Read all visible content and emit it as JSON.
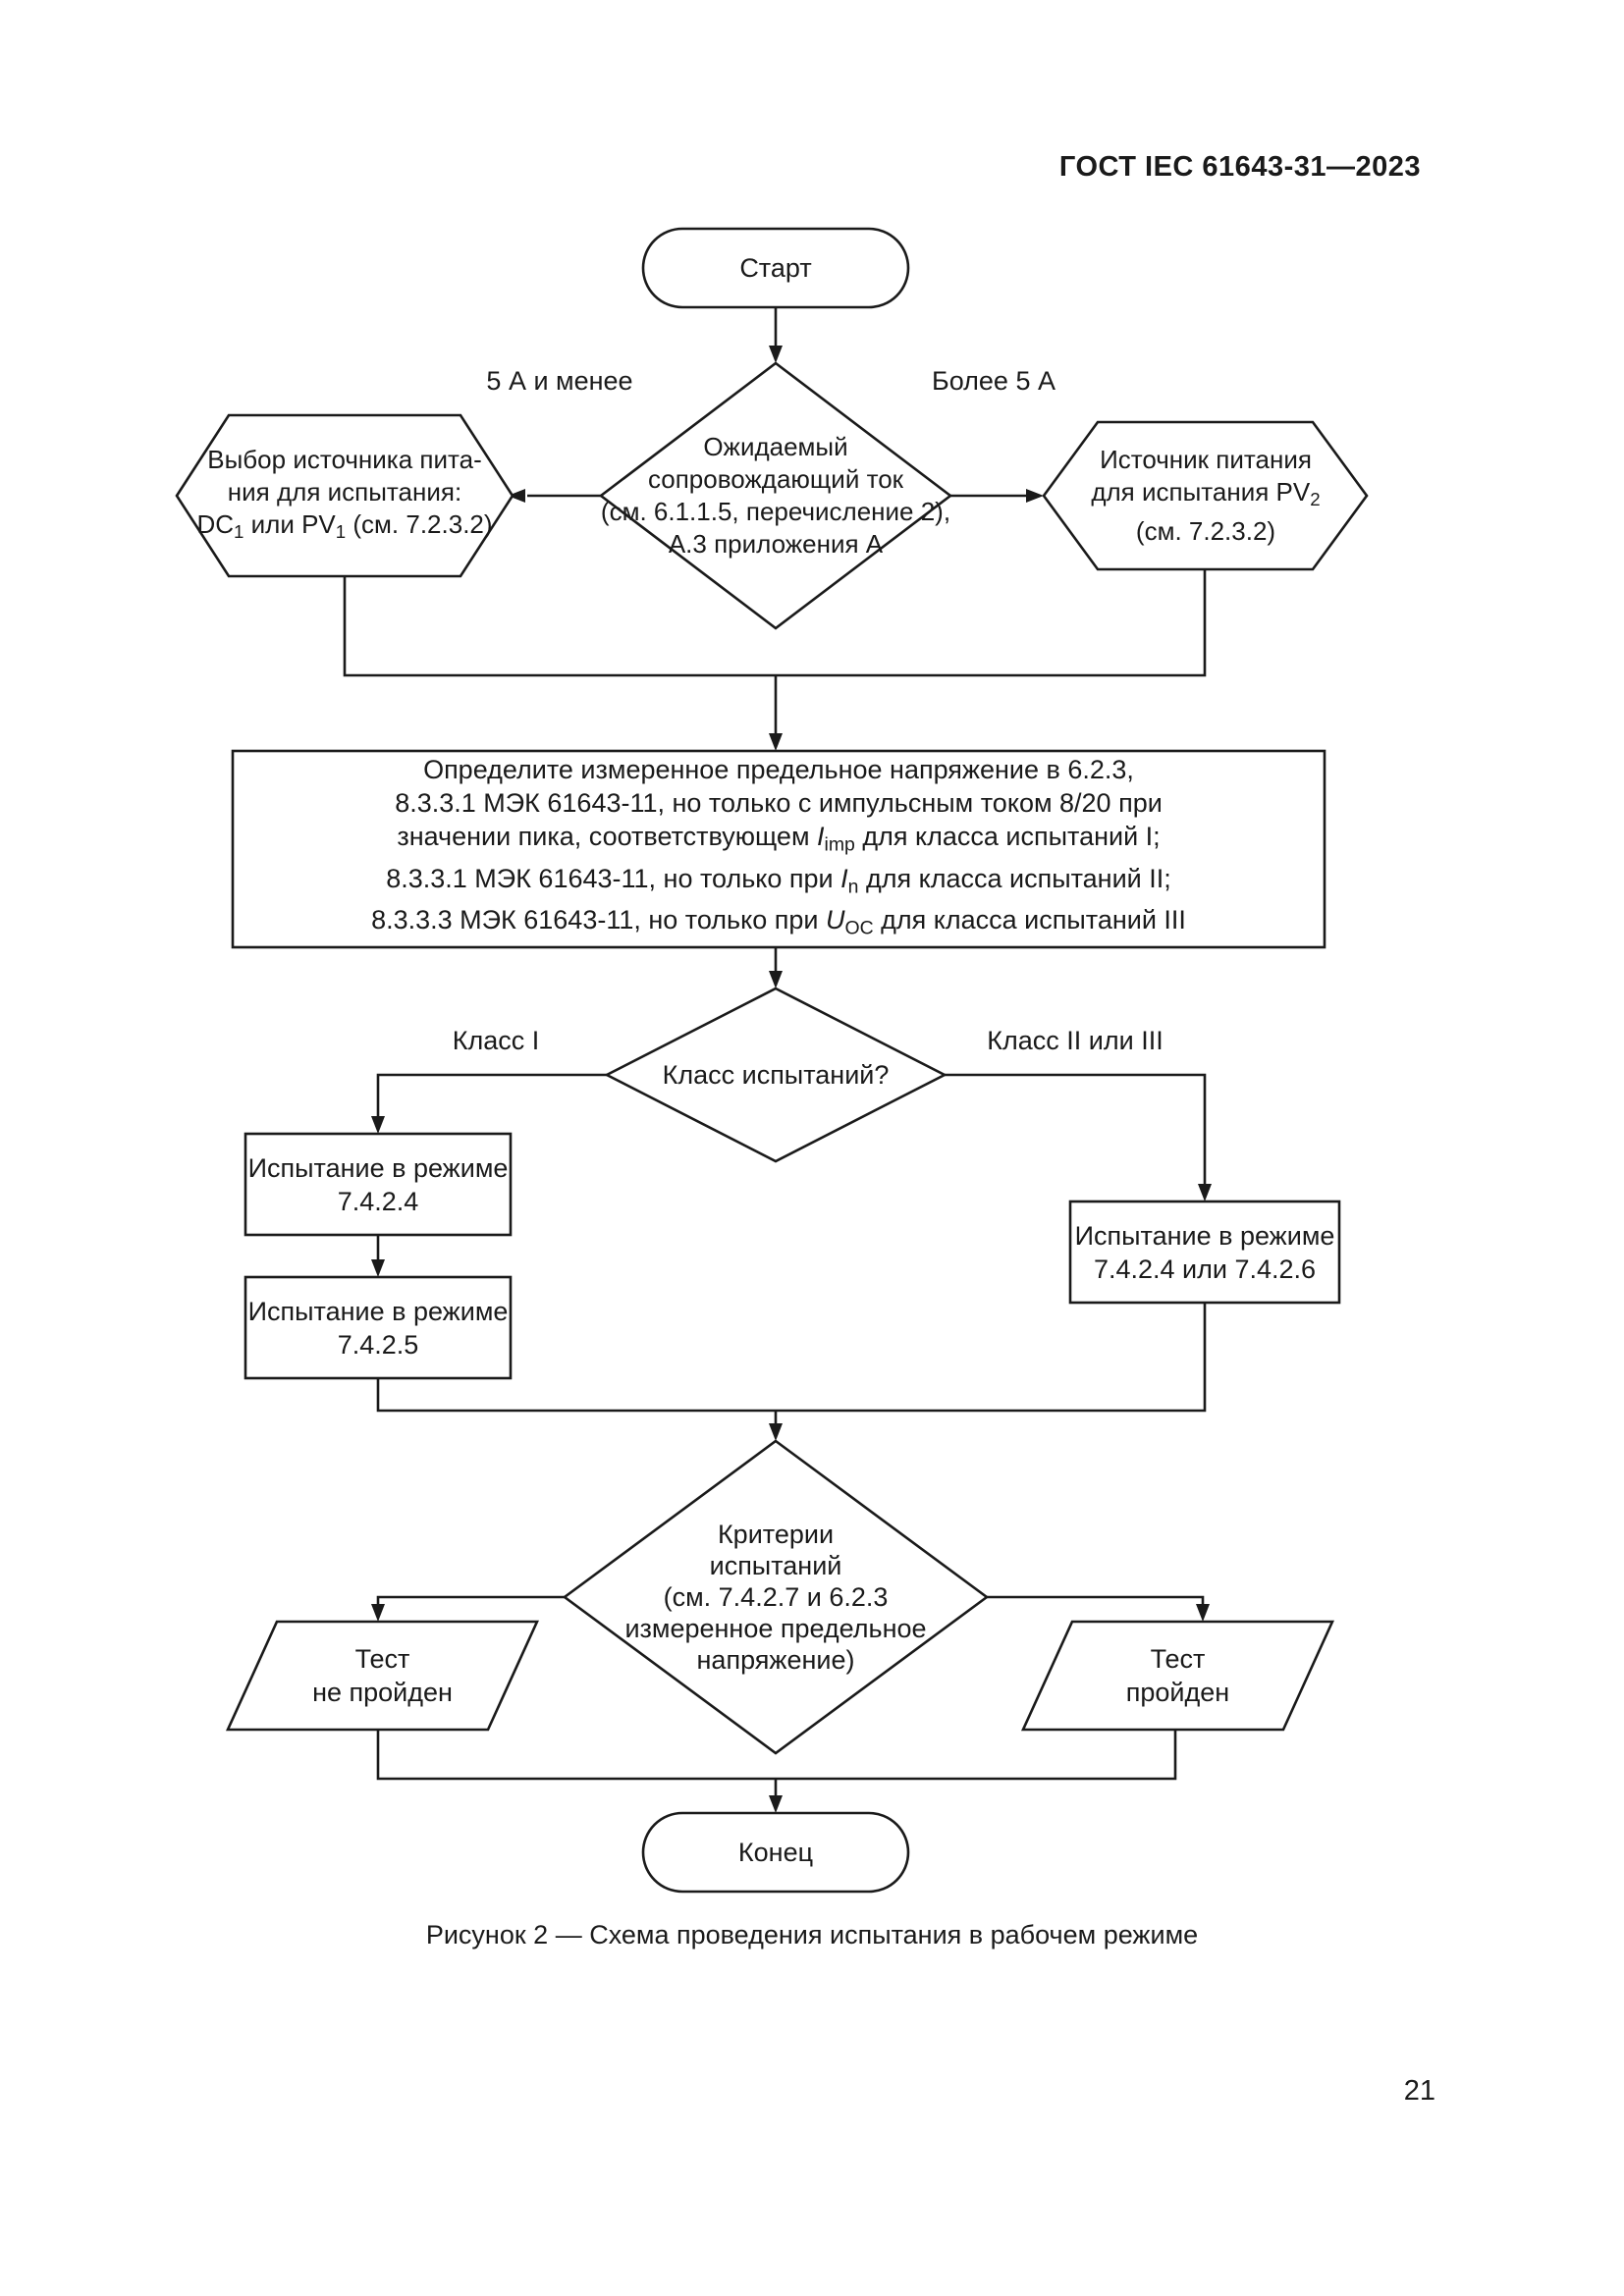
{
  "page": {
    "header": "ГОСТ IEC 61643-31—2023",
    "caption": "Рисунок 2 — Схема проведения испытания в рабочем режиме",
    "page_number": "21"
  },
  "colors": {
    "ink": "#1a1a1a",
    "paper": "#ffffff"
  },
  "flowchart": {
    "start_label": "Старт",
    "end_label": "Конец",
    "branch_left_label": "5 А и менее",
    "branch_right_label": "Более 5 А",
    "class_left_label": "Класс I",
    "class_right_label": "Класс II или III",
    "decision_current": [
      [
        {
          "t": "Ожидаемый"
        }
      ],
      [
        {
          "t": "сопровождающий ток"
        }
      ],
      [
        {
          "t": "(см. 6.1.1.5, перечисление 2),"
        }
      ],
      [
        {
          "t": "А.3 приложения А"
        }
      ]
    ],
    "source_select": [
      [
        {
          "t": "Выбор источника пита-"
        }
      ],
      [
        {
          "t": "ния для испытания:"
        }
      ],
      [
        {
          "t": "DC"
        },
        {
          "t": "1",
          "sub": true
        },
        {
          "t": " или PV"
        },
        {
          "t": "1",
          "sub": true
        },
        {
          "t": " (см. 7.2.3.2)"
        }
      ]
    ],
    "source_pv2": [
      [
        {
          "t": "Источник питания"
        }
      ],
      [
        {
          "t": "для испытания PV"
        },
        {
          "t": "2",
          "sub": true
        }
      ],
      [
        {
          "t": "(см. 7.2.3.2)"
        }
      ]
    ],
    "measure_process": [
      [
        {
          "t": "Определите измеренное предельное напряжение в 6.2.3,"
        }
      ],
      [
        {
          "t": "8.3.3.1 МЭК 61643-11, но только с импульсным током 8/20 при"
        }
      ],
      [
        {
          "t": "значении пика, соответствующем "
        },
        {
          "t": "I",
          "i": true
        },
        {
          "t": "imp",
          "sub": true
        },
        {
          "t": " для класса испытаний I;"
        }
      ],
      [
        {
          "t": "8.3.3.1 МЭК 61643-11, но только при "
        },
        {
          "t": "I",
          "i": true
        },
        {
          "t": "n",
          "sub": true
        },
        {
          "t": " для класса испытаний II;"
        }
      ],
      [
        {
          "t": "8.3.3.3 МЭК 61643-11, но только при "
        },
        {
          "t": "U",
          "i": true
        },
        {
          "t": "OC",
          "sub": true
        },
        {
          "t": " для класса испытаний III"
        }
      ]
    ],
    "decision_class": [
      [
        {
          "t": "Класс испытаний?"
        }
      ]
    ],
    "test_mode_7424": [
      [
        {
          "t": "Испытание в режиме"
        }
      ],
      [
        {
          "t": "7.4.2.4"
        }
      ]
    ],
    "test_mode_7425": [
      [
        {
          "t": "Испытание в режиме"
        }
      ],
      [
        {
          "t": "7.4.2.5"
        }
      ]
    ],
    "test_mode_7424_or_7426": [
      [
        {
          "t": "Испытание в режиме"
        }
      ],
      [
        {
          "t": "7.4.2.4 или 7.4.2.6"
        }
      ]
    ],
    "decision_criteria": [
      [
        {
          "t": "Критерии"
        }
      ],
      [
        {
          "t": "испытаний"
        }
      ],
      [
        {
          "t": "(см. 7.4.2.7 и 6.2.3"
        }
      ],
      [
        {
          "t": "измеренное предельное"
        }
      ],
      [
        {
          "t": "напряжение)"
        }
      ]
    ],
    "test_failed": [
      [
        {
          "t": "Тест"
        }
      ],
      [
        {
          "t": "не пройден"
        }
      ]
    ],
    "test_passed": [
      [
        {
          "t": "Тест"
        }
      ],
      [
        {
          "t": "пройден"
        }
      ]
    ]
  }
}
